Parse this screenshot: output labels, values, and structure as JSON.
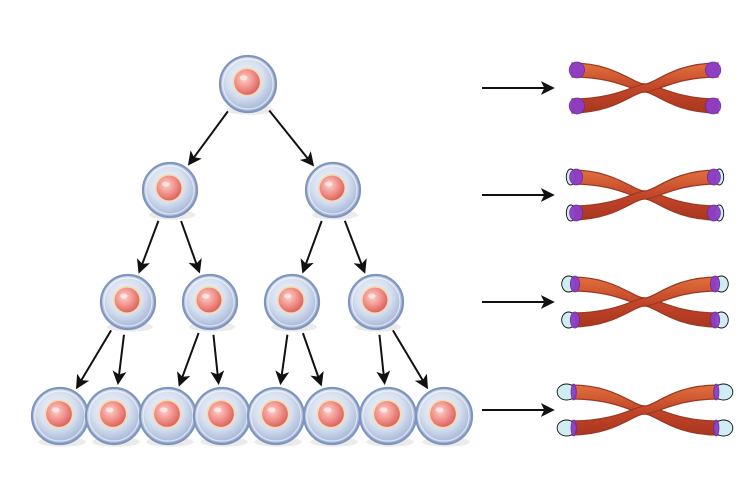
{
  "diagram": {
    "colors": {
      "background": "#ffffff",
      "cell_membrane": "#7f95bd",
      "cell_body": "#c7d4ea",
      "nucleus": "#f08a86",
      "nucleolus": "#e0585a",
      "chromatid": "#c6482b",
      "telomere": "#8d3ec8",
      "telomere_cap_shortened": "#cfeef3",
      "arrow": "#111111"
    },
    "cell_levels": [
      {
        "generation": 1,
        "cell_count": 1
      },
      {
        "generation": 2,
        "cell_count": 2
      },
      {
        "generation": 3,
        "cell_count": 4
      },
      {
        "generation": 4,
        "cell_count": 8
      }
    ],
    "chromosomes": [
      {
        "generation": 1,
        "telomere_length": 1.0
      },
      {
        "generation": 2,
        "telomere_length": 0.85
      },
      {
        "generation": 3,
        "telomere_length": 0.6
      },
      {
        "generation": 4,
        "telomere_length": 0.35
      }
    ]
  }
}
